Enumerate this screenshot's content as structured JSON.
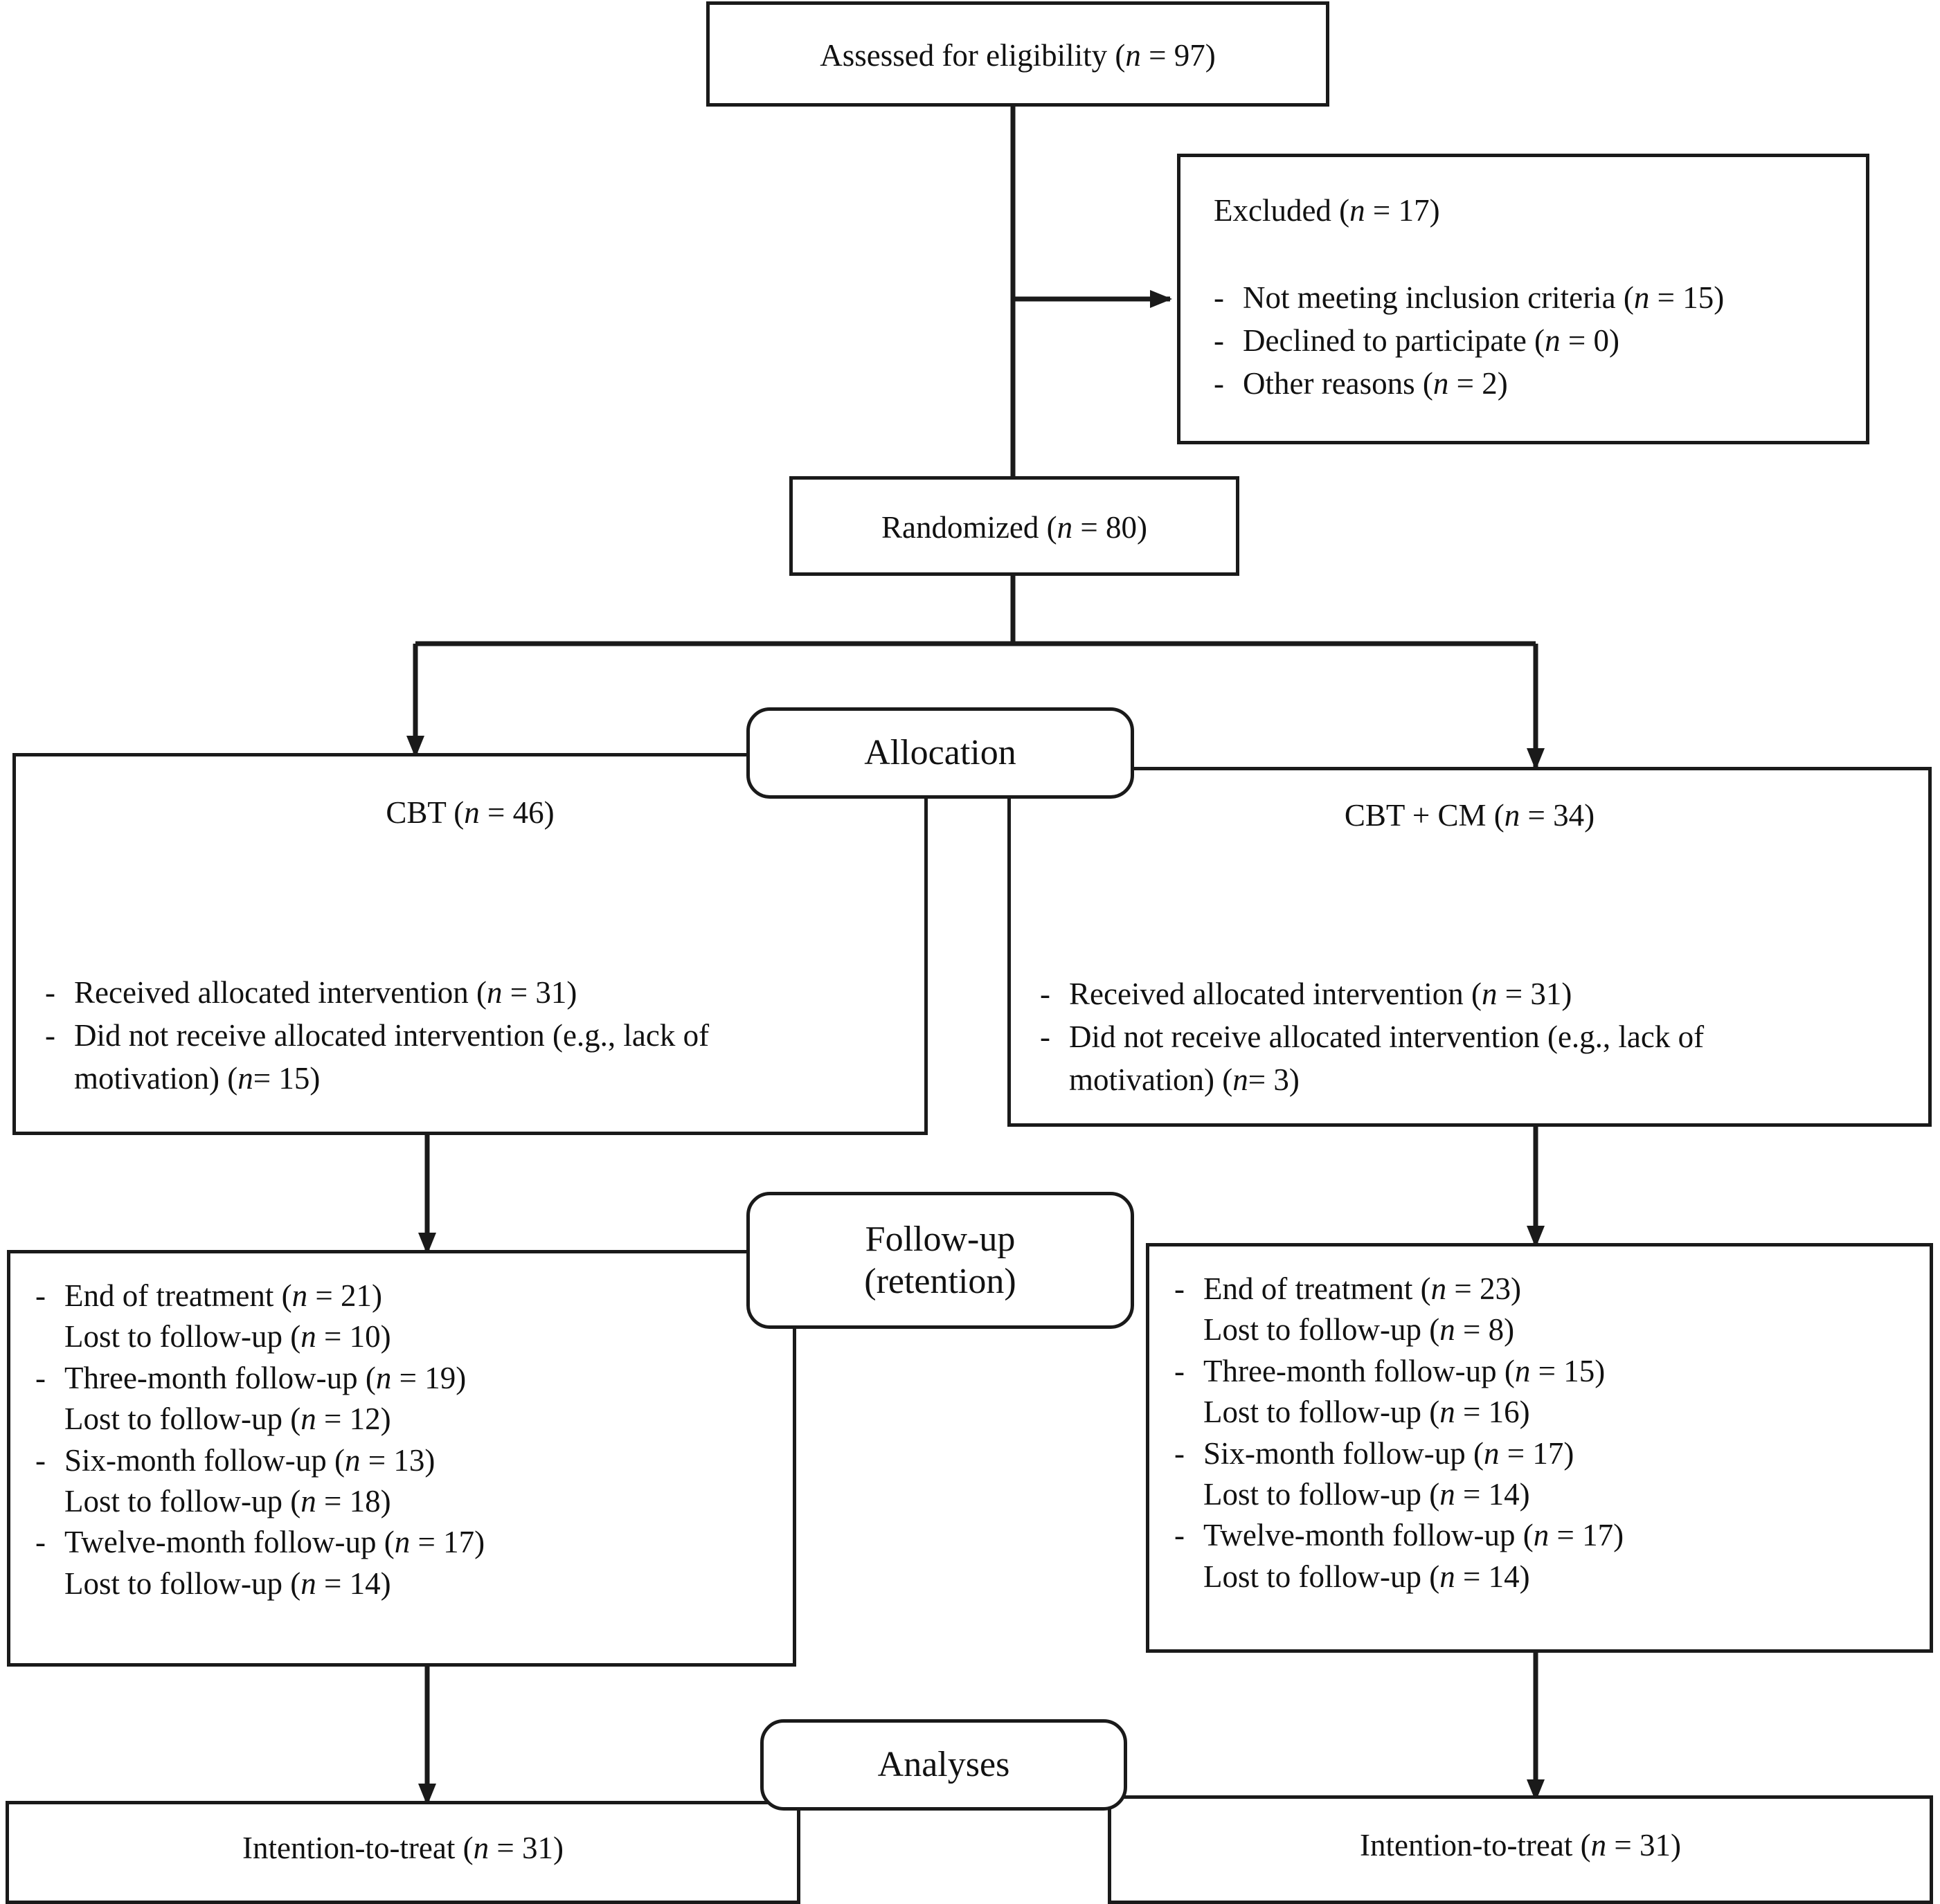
{
  "diagram": {
    "title": "CONSORT participant flow diagram",
    "type": "flowchart",
    "line_color": "#1a1a1a",
    "background": "#ffffff"
  },
  "enrollment": {
    "assessed": "Assessed for eligibility (n = 97)",
    "assessed_label": "Assessed for eligibility",
    "assessed_n": "97",
    "excluded_heading": "Excluded (n = 17)",
    "excluded_n": "17",
    "excluded_reasons": [
      "Not meeting inclusion criteria (n = 15)",
      "Declined to participate (n = 0)",
      "Other reasons (n = 2)"
    ],
    "randomized": "Randomized (n = 80)",
    "randomized_n": "80"
  },
  "stages": {
    "allocation": "Allocation",
    "followup_line1": "Follow-up",
    "followup_line2": "(retention)",
    "analyses": "Analyses"
  },
  "allocation": {
    "left": {
      "heading": "CBT (n = 46)",
      "arm": "CBT",
      "n": "46",
      "items": [
        "Received allocated intervention (n = 31)",
        "Did not receive allocated intervention (e.g., lack of motivation) (n= 15)"
      ],
      "item_lines": [
        [
          "Received allocated intervention (n = 31)"
        ],
        [
          "Did not receive allocated intervention (e.g., lack of",
          "motivation) (n= 15)"
        ]
      ]
    },
    "right": {
      "heading": "CBT + CM (n = 34)",
      "arm": "CBT + CM",
      "n": "34",
      "items": [
        "Received allocated intervention (n = 31)",
        "Did not receive allocated intervention (e.g., lack of motivation) (n= 3)"
      ],
      "item_lines": [
        [
          "Received allocated intervention (n = 31)"
        ],
        [
          "Did not receive allocated intervention (e.g., lack of",
          "motivation) (n= 3)"
        ]
      ]
    }
  },
  "followup": {
    "left": {
      "entries": [
        {
          "timepoint": "End of treatment (n = 21)",
          "lost": "Lost to follow-up (n = 10)"
        },
        {
          "timepoint": "Three-month follow-up (n = 19)",
          "lost": "Lost to follow-up (n = 12)"
        },
        {
          "timepoint": "Six-month follow-up (n = 13)",
          "lost": "Lost to follow-up (n = 18)"
        },
        {
          "timepoint": "Twelve-month follow-up (n = 17)",
          "lost": "Lost to follow-up (n = 14)"
        }
      ]
    },
    "right": {
      "entries": [
        {
          "timepoint": "End of treatment (n = 23)",
          "lost": "Lost to follow-up (n = 8)"
        },
        {
          "timepoint": "Three-month follow-up (n = 15)",
          "lost": "Lost to follow-up (n = 16)"
        },
        {
          "timepoint": "Six-month follow-up (n = 17)",
          "lost": "Lost to follow-up (n = 14)"
        },
        {
          "timepoint": "Twelve-month follow-up (n = 17)",
          "lost": "Lost to follow-up (n = 14)"
        }
      ]
    }
  },
  "analyses": {
    "left": "Intention-to-treat (n = 31)",
    "right": "Intention-to-treat (n = 31)",
    "left_n": "31",
    "right_n": "31"
  }
}
